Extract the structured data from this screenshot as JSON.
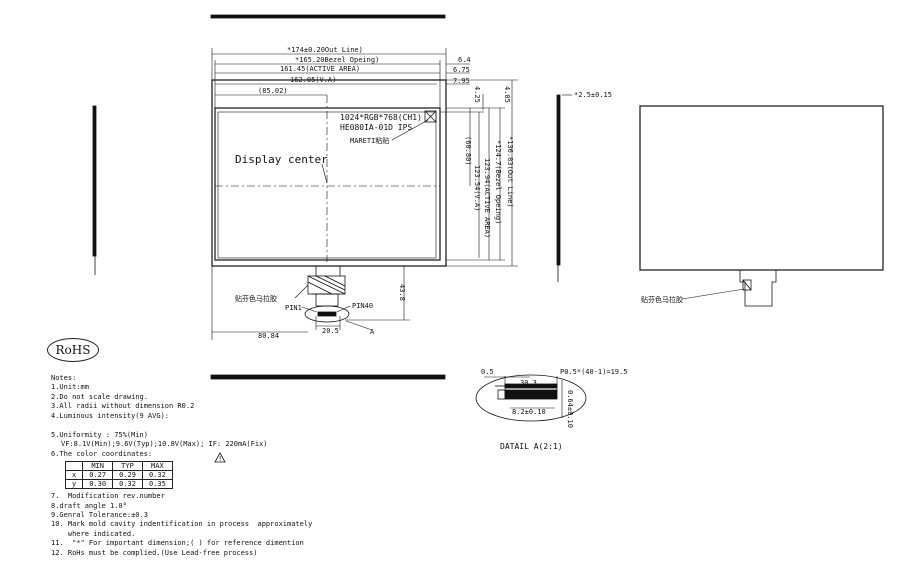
{
  "dims": {
    "outline_w": "*174±0.20Out Line)",
    "bezel_w": "*165.20Bezel Opeing)",
    "aa_w": "161.45(ACTIVE AREA)",
    "va_w": "162.05(V.A)",
    "center_x": "(85.02)",
    "d64": "6.4",
    "d675": "6.75",
    "d795": "7.95",
    "d425": "4.25",
    "d405": "4.05",
    "center_y": "(60.80)",
    "va_h": "123.54(V.A)",
    "aa_h": "123.94(ACTIVE AREA)",
    "bezel_h": "*124.7(Bezel Opeing)",
    "outline_h": "*136.83(Out Line)",
    "fpc_len": "43.8",
    "fpc_off": "80.84",
    "fpc_w": "20.5",
    "thickness": "*2.5±0.15",
    "detail_pitch": "P0.5*(40-1)=19.5",
    "detail_05": "0.5",
    "detail_s": "30.3",
    "detail_w": "8.2±0.10",
    "detail_t": "0.64±0.10",
    "detail_title": "DATAIL A(2:1)"
  },
  "labels": {
    "res": "1024*RGB*768(CH1)",
    "model": "HE080IA-01D IPS",
    "sticker": "MARETI粘贴",
    "display_center": "Display center",
    "pin1": "PIN1",
    "pin40": "PIN40",
    "a": "A",
    "tape_front": "贴芬色马拉胶",
    "tape_side": "贴芬色马拉胶",
    "rohs": "RoHS"
  },
  "notes": {
    "title": "Notes:",
    "n1": "1.Unit:mm",
    "n2": "2.Do not scale drawing.",
    "n3": "3.All radii without dimension R0.2",
    "n4": "4.Luminous intensity(9 AVG):",
    "n5": "5.Uniformity : 75%(Min)",
    "n5b": "VF:8.1V(Min);9.6V(Typ);10.8V(Max); IF: 220mA(Fix)",
    "n6": "6.The color coordinates:",
    "n7": "7.  Modification rev.number",
    "n8": "8.draft angle 1.0°",
    "n9": "9.Genral Tolerance:±0.3",
    "n10": "10. Mark mold cavity indentification in process  approximately",
    "n10b": "    where indicated.",
    "n11": "11.  \"*\" For important dimension;( ) for reference dimention",
    "n12": "12. RoHs must be complied.(Use Lead-free process)",
    "table": {
      "header": [
        "",
        "MIN",
        "TYP",
        "MAX"
      ],
      "rows": [
        [
          "x",
          "0.27",
          "0.29",
          "0.32"
        ],
        [
          "y",
          "0.30",
          "0.32",
          "0.35"
        ]
      ]
    }
  }
}
